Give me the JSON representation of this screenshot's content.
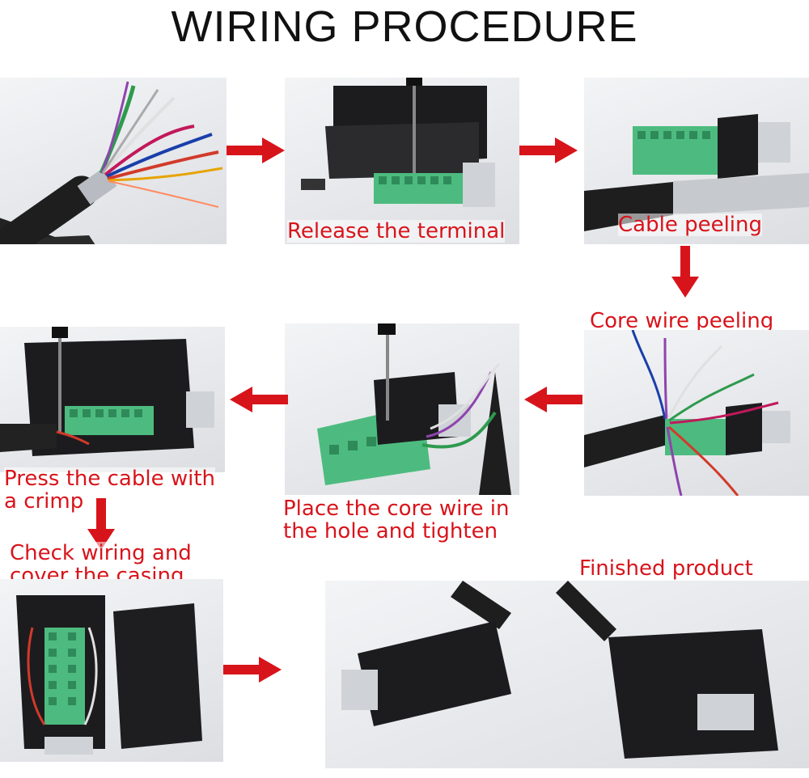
{
  "title": "WIRING PROCEDURE",
  "steps": {
    "release_terminal": "Release the terminal",
    "cable_peeling": "Cable peeling",
    "core_wire_peeling": "Core wire peeling",
    "place_core_wire": [
      "Place the core wire in",
      "the hole and tighten"
    ],
    "press_cable": [
      "Press the cable with",
      "a crimp"
    ],
    "check_wiring": [
      "Check wiring and",
      "cover the casing"
    ],
    "finished_product": "Finished product"
  },
  "colors": {
    "caption": "#d8141b",
    "arrow": "#d8141b",
    "terminal_green": "#4dbb7f",
    "housing_black": "#1c1c1e",
    "title": "#111111"
  }
}
